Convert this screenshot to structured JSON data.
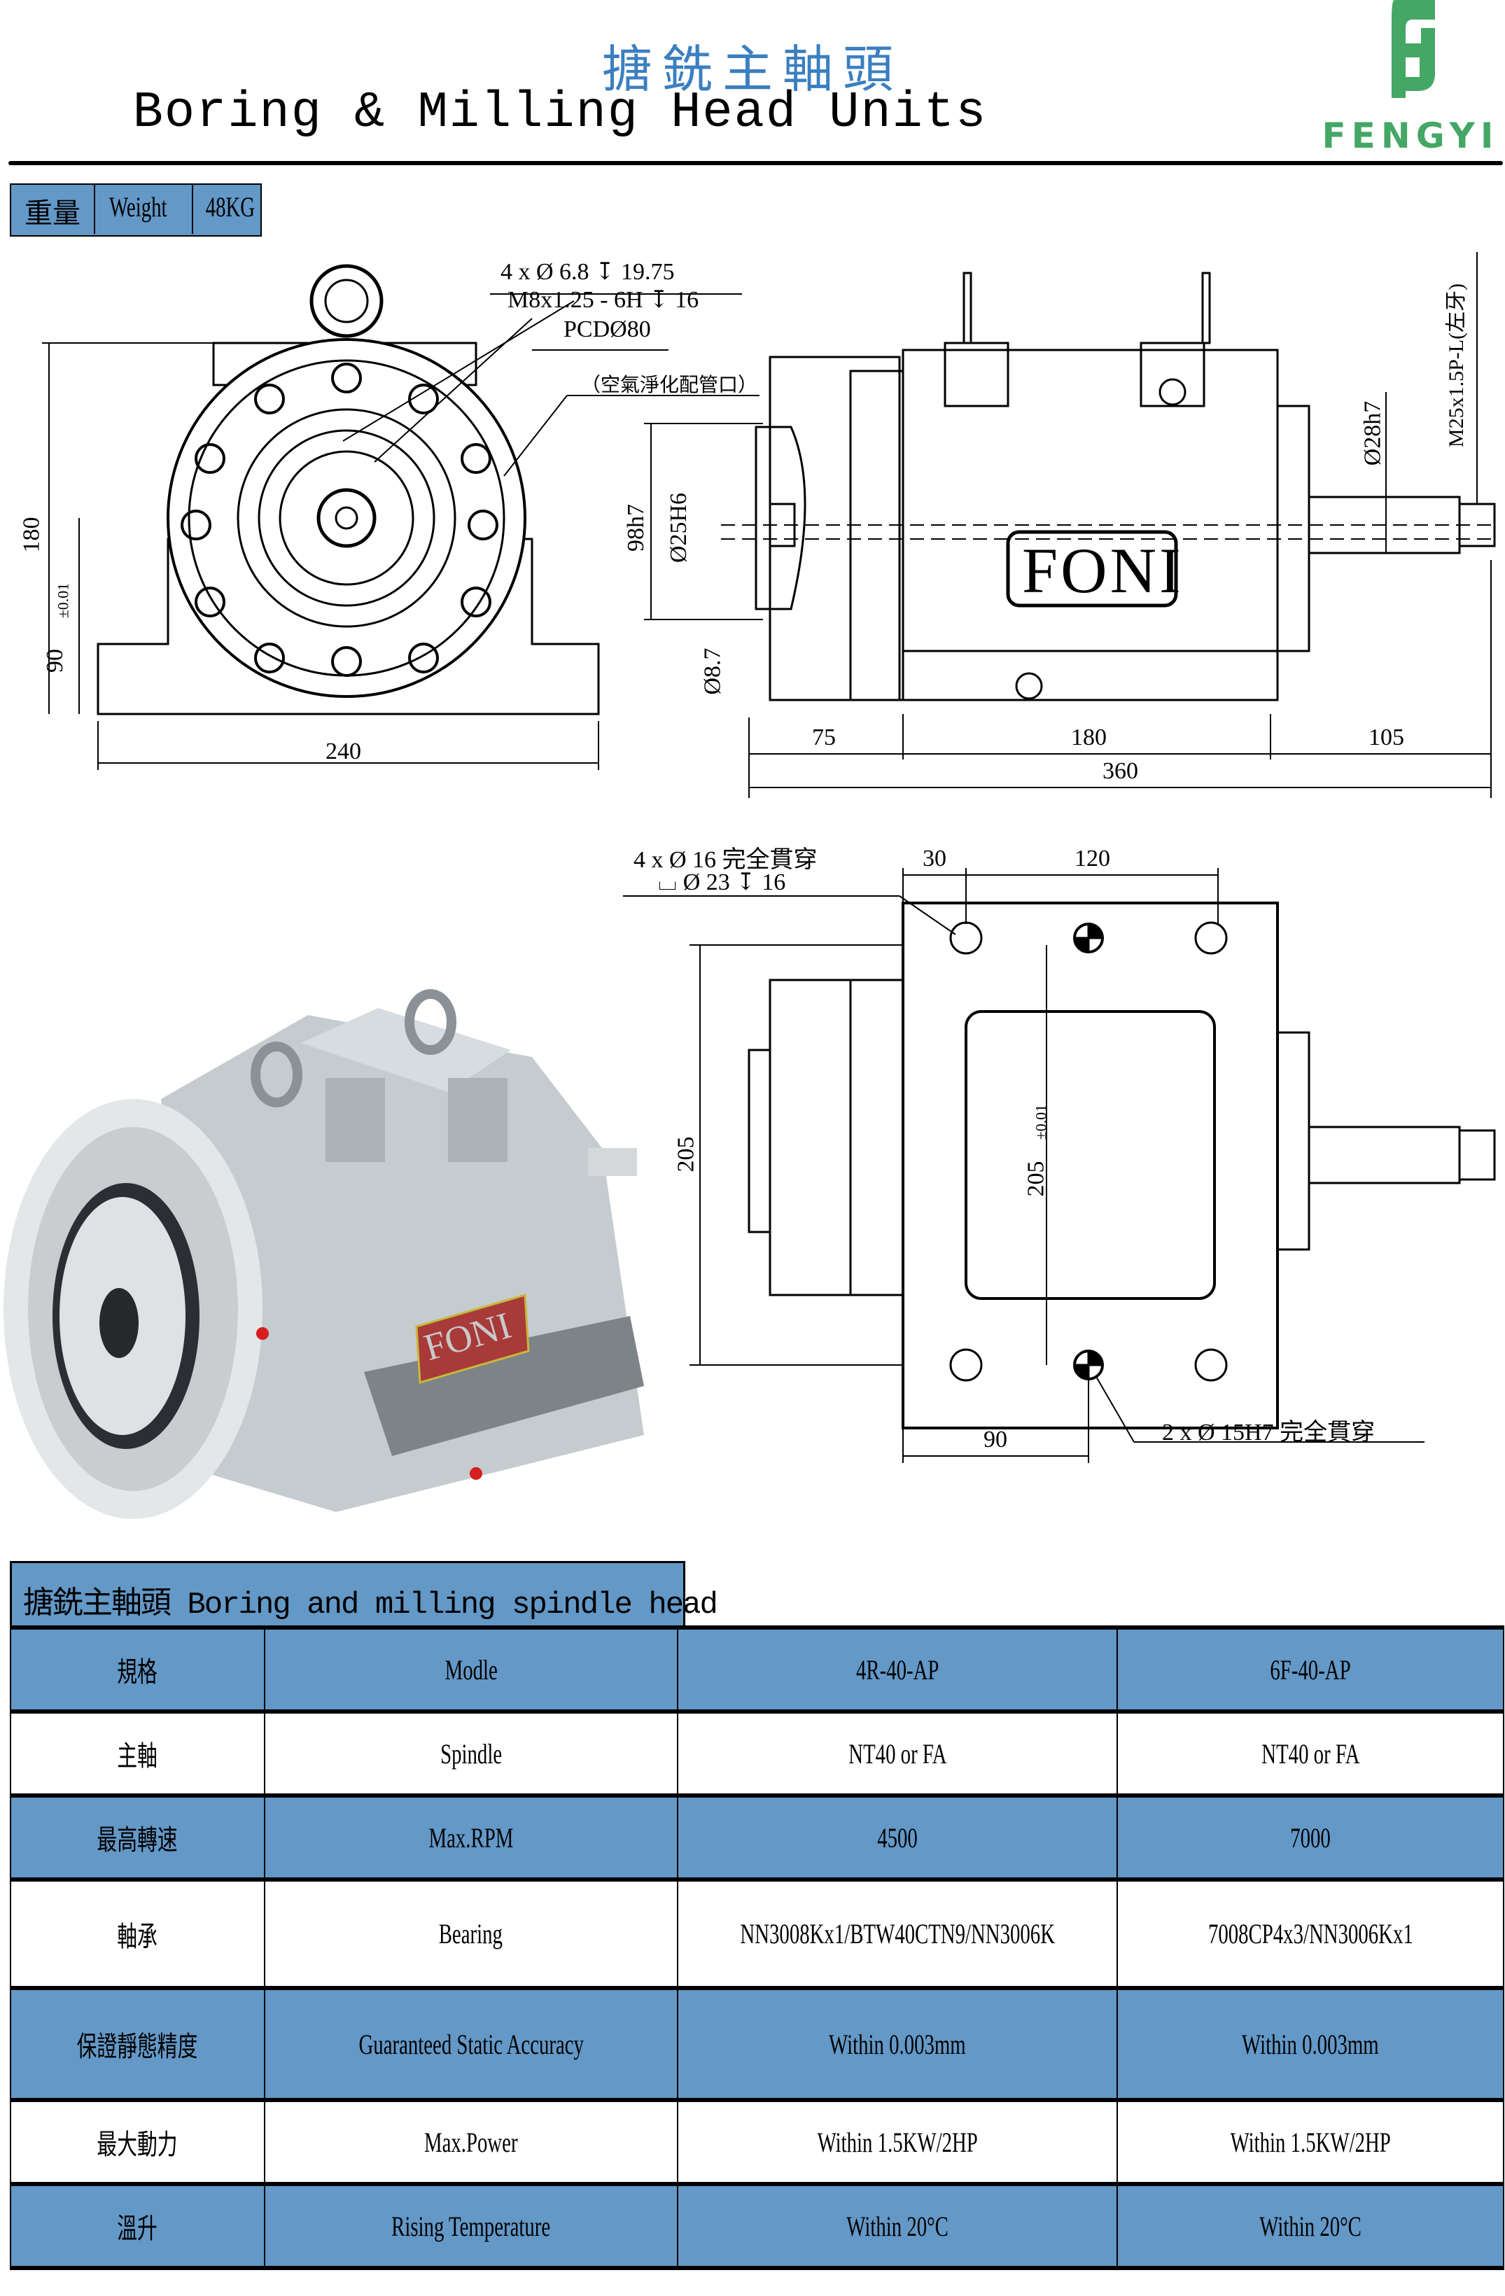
{
  "header": {
    "title_cn": "搪銑主軸頭",
    "title_en": "Boring & Milling Head Units",
    "brand": "FENGYI",
    "brand_color": "#45a765",
    "title_color": "#3b7fc0"
  },
  "weight": {
    "label_cn": "重量",
    "label_en": "Weight",
    "value": "48KG"
  },
  "drawing": {
    "front_view": {
      "hole_note_1": "4 x Ø 6.8 ↧ 19.75",
      "hole_note_2": "M8x1.25 - 6H ↧ 16",
      "pcd": "PCDØ80",
      "air_port": "（空氣淨化配管口）",
      "height_total": "180",
      "center_height": "90",
      "center_tol": "±0.01",
      "width": "240"
    },
    "side_view": {
      "bore": "98h7",
      "spindle_bore": "Ø25H6",
      "hole": "Ø8.7",
      "shaft": "Ø28h7",
      "thread": "M25x1.5P-L(左牙)",
      "brand_plate": "FONI",
      "len_front": "75",
      "len_body": "180",
      "len_rear": "105",
      "len_total": "360"
    },
    "top_view": {
      "mount_note_1": "4 x Ø 16 完全貫穿",
      "mount_note_2": "⌴ Ø 23 ↧ 16",
      "offset_x": "30",
      "pitch_x": "120",
      "width": "205",
      "pin_pitch": "205",
      "pin_tol": "±0.01",
      "pin_offset": "90",
      "pin_note": "2 x Ø 15H7 完全貫穿"
    },
    "render": {
      "plate_text": "FONI",
      "plate_color": "#a83a3a"
    }
  },
  "spec": {
    "title": "搪銑主軸頭 Boring and milling spindle head",
    "header_color": "#6398c7",
    "rows": [
      {
        "cn": "規格",
        "en": "Modle",
        "a": "4R-40-AP",
        "b": "6F-40-AP"
      },
      {
        "cn": "主軸",
        "en": "Spindle",
        "a": "NT40 or FA",
        "b": "NT40 or FA"
      },
      {
        "cn": "最高轉速",
        "en": "Max.RPM",
        "a": "4500",
        "b": "7000"
      },
      {
        "cn": "軸承",
        "en": "Bearing",
        "a": "NN3008Kx1/BTW40CTN9/NN3006K",
        "b": "7008CP4x3/NN3006Kx1"
      },
      {
        "cn": "保證靜態精度",
        "en": "Guaranteed Static Accuracy",
        "a": "Within 0.003mm",
        "b": "Within 0.003mm"
      },
      {
        "cn": "最大動力",
        "en": "Max.Power",
        "a": "Within 1.5KW/2HP",
        "b": "Within 1.5KW/2HP"
      },
      {
        "cn": "溫升",
        "en": "Rising Temperature",
        "a": "Within 20°C",
        "b": "Within 20°C"
      }
    ]
  }
}
